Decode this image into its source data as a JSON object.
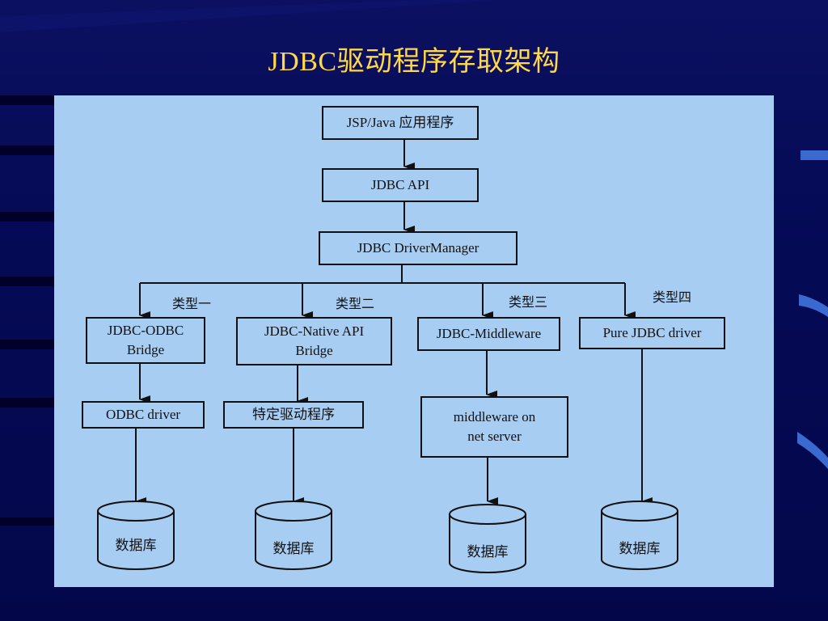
{
  "slide": {
    "title": "JDBC驱动程序存取架构"
  },
  "diagram": {
    "app": "JSP/Java 应用程序",
    "api": "JDBC API",
    "manager": "JDBC DriverManager",
    "types": [
      "类型一",
      "类型二",
      "类型三",
      "类型四"
    ],
    "drivers": [
      "JDBC-ODBC\nBridge",
      "JDBC-Native API\nBridge",
      "JDBC-Middleware",
      "Pure JDBC driver"
    ],
    "second_level": [
      "ODBC driver",
      "特定驱动程序",
      "middleware on\nnet server"
    ],
    "database_label": "数据库"
  }
}
